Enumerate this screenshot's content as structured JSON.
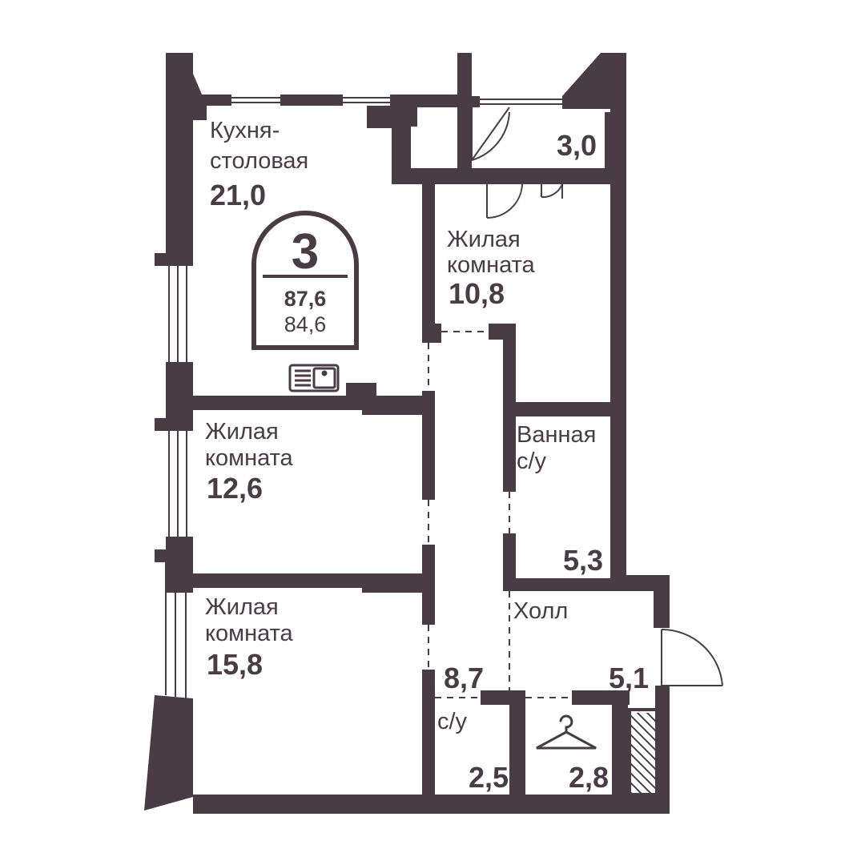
{
  "colors": {
    "wall": "#4a3c44",
    "background": "#ffffff"
  },
  "badge": {
    "rooms": "3",
    "total_area": "87,6",
    "living_area": "84,6"
  },
  "rooms": {
    "kitchen": {
      "name_line1": "Кухня-",
      "name_line2": "столовая",
      "area": "21,0"
    },
    "balcony": {
      "area": "3,0"
    },
    "bedroom_a": {
      "name_line1": "Жилая",
      "name_line2": "комната",
      "area": "10,8"
    },
    "bedroom_b": {
      "name_line1": "Жилая",
      "name_line2": "комната",
      "area": "12,6"
    },
    "bedroom_c": {
      "name_line1": "Жилая",
      "name_line2": "комната",
      "area": "15,8"
    },
    "bathroom": {
      "name_line1": "Ванная",
      "name_line2": "с/у",
      "area": "5,3"
    },
    "hall": {
      "name": "Холл",
      "area": "5,1"
    },
    "corridor": {
      "area": "8,7"
    },
    "wc": {
      "name": "с/у",
      "area": "2,5"
    },
    "wardrobe": {
      "area": "2,8"
    }
  },
  "icons": [
    "sink-icon",
    "hanger-icon",
    "door-icon",
    "window-icon",
    "hatched-shaft-icon"
  ]
}
